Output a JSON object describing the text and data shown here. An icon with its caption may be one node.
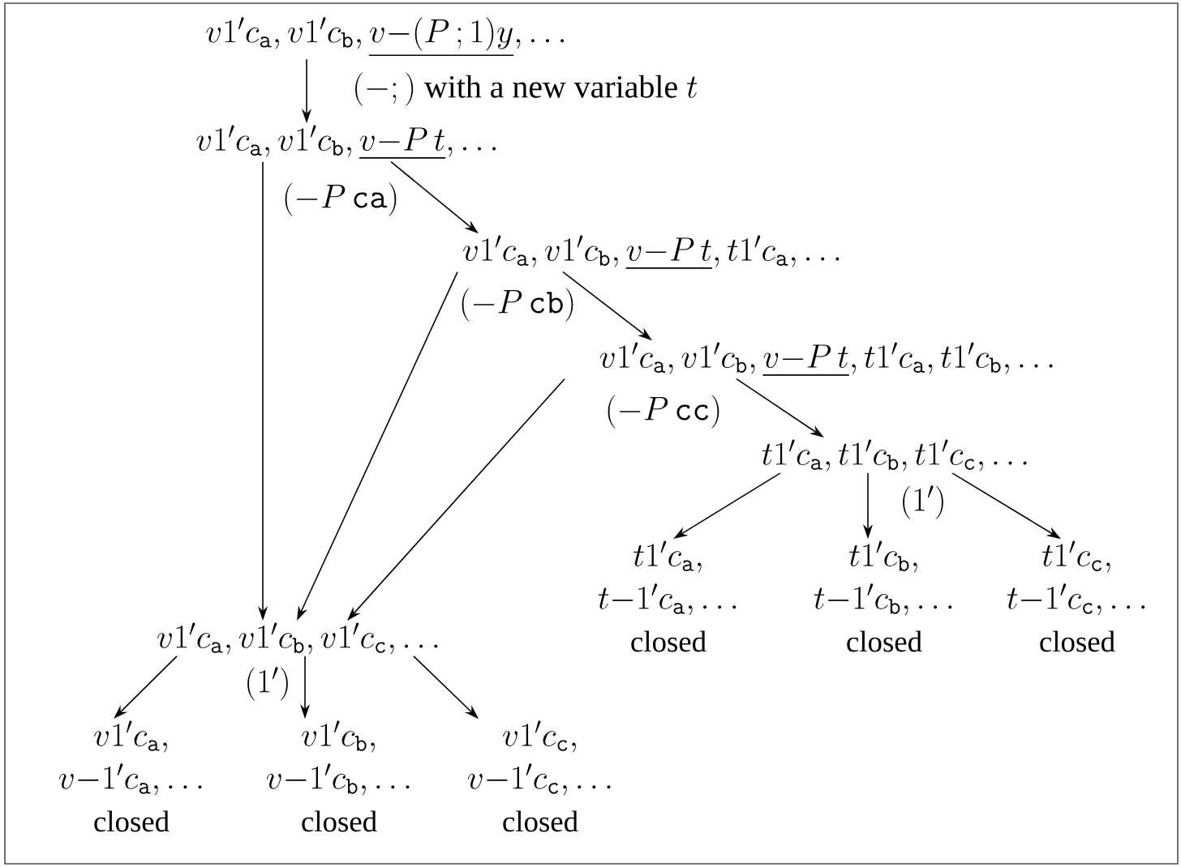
{
  "diagram": {
    "nodes": [
      {
        "text": [
          "v1'c_{\\mathtt{a}},v1'c_{\\mathtt{b}},\\underline{v{-}(P\\,;1)y},\\ldots"
        ]
      },
      {
        "text": [
          "v1'c_{\\mathtt{a}},v1'c_{\\mathtt{b}},\\underline{v{-}P\\,t},\\ldots"
        ]
      },
      {
        "text": [
          "v1'c_{\\mathtt{a}},v1'c_{\\mathtt{b}},\\underline{v{-}P\\,t},t1'c_{\\mathtt{a}},\\ldots"
        ]
      },
      {
        "text": [
          "v1'c_{\\mathtt{a}},v1'c_{\\mathtt{b}},\\underline{v{-}P\\,t},t1'c_{\\mathtt{a}},t1'c_{\\mathtt{b}},\\ldots"
        ]
      },
      {
        "text": [
          "t1'c_{\\mathtt{a}},t1'c_{\\mathtt{b}},t1'c_{\\mathtt{c}},\\ldots"
        ]
      },
      {
        "text": [
          "t1'c_{\\mathtt{a}},",
          "t{-}1'c_{\\mathtt{a}},\\ldots",
          "closed"
        ]
      },
      {
        "text": [
          "t1'c_{\\mathtt{b}},",
          "t{-}1'c_{\\mathtt{b}},\\ldots",
          "closed"
        ]
      },
      {
        "text": [
          "t1'c_{\\mathtt{c}},",
          "t{-}1'c_{\\mathtt{c}},\\ldots",
          "closed"
        ]
      },
      {
        "text": [
          "v1'c_{\\mathtt{a}},v1'c_{\\mathtt{b}},v1'c_{\\mathtt{c}},\\ldots"
        ]
      },
      {
        "text": [
          "v1'c_{\\mathtt{a}},",
          "v{-}1'c_{\\mathtt{a}},\\ldots",
          "closed"
        ]
      },
      {
        "text": [
          "v1'c_{\\mathtt{b}},",
          "v{-}1'c_{\\mathtt{b}},\\ldots",
          "closed"
        ]
      },
      {
        "text": [
          "v1'c_{\\mathtt{c}},",
          "v{-}1'c_{\\mathtt{c}},\\ldots",
          "closed"
        ]
      }
    ],
    "edges": [
      {
        "from": 0,
        "to": 1,
        "arrow": "to",
        "label": "(-;)\\text{ with a new variable }t"
      },
      {
        "from": 1,
        "to": 2,
        "arrow": "to",
        "label": "(-P\\,\\mathtt{ca})"
      },
      {
        "from": 2,
        "to": 3,
        "arrow": "to",
        "label": "(-P\\,\\mathtt{cb})"
      },
      {
        "from": 3,
        "to": 4,
        "arrow": "to",
        "label": "(-P\\,\\mathtt{cc})"
      },
      {
        "from": 4,
        "to": 5,
        "arrow": "to"
      },
      {
        "from": 4,
        "to": 6,
        "arrow": "to",
        "label": "(1')"
      },
      {
        "from": 4,
        "to": 7,
        "arrow": "to"
      },
      {
        "from": 1,
        "to": 8,
        "arrow": "to"
      },
      {
        "from": 2,
        "to": 8,
        "arrow": "to"
      },
      {
        "from": 3,
        "to": 8,
        "arrow": "to"
      },
      {
        "from": 8,
        "to": 9,
        "arrow": "to"
      },
      {
        "from": 8,
        "to": 10,
        "arrow": "to",
        "label": "(1')"
      },
      {
        "from": 8,
        "to": 11,
        "arrow": "to"
      }
    ]
  }
}
